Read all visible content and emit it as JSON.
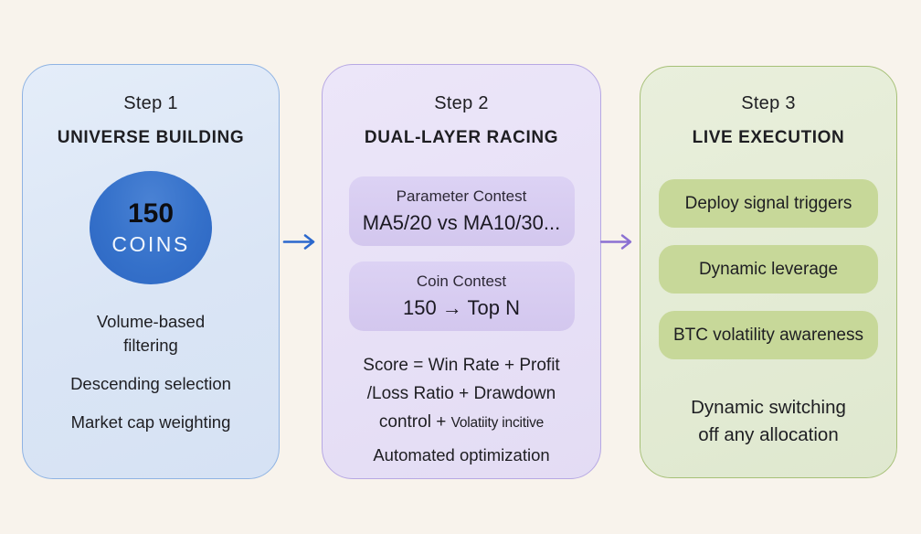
{
  "colors": {
    "background": "#f8f3ec",
    "panel1_fill": "#dbe6f6",
    "panel1_border": "#8fb3e3",
    "panel2_fill": "#e9e2f7",
    "panel2_border": "#b7a8e3",
    "panel2_box": "#d6cbf0",
    "panel3_fill": "#e5ecd6",
    "panel3_border": "#a6c077",
    "panel3_box": "#c7d899",
    "circle_blue": "#3470c9",
    "arrow_blue": "#2b68cd",
    "arrow_purple": "#8b70d2",
    "text": "#1e1e22"
  },
  "steps": [
    {
      "label": "Step 1",
      "title": "UNIVERSE BUILDING",
      "circle": {
        "value": "150",
        "caption": "COINS"
      },
      "items": [
        "Volume-based\nfiltering",
        "Descending selection",
        "Market cap weighting"
      ]
    },
    {
      "label": "Step 2",
      "title": "DUAL-LAYER RACING",
      "boxes": [
        {
          "caption": "Parameter Contest",
          "value": "MA5/20 vs MA10/30..."
        },
        {
          "caption": "Coin Contest",
          "value": "150 → Top N"
        }
      ],
      "score": {
        "line1": "Score = Win Rate + Profit",
        "line2": "/Loss Ratio + Drawdown",
        "line3_main": "control +",
        "line3_small": "Volatiity incitive"
      },
      "footer": "Automated optimization"
    },
    {
      "label": "Step 3",
      "title": "LIVE EXECUTION",
      "boxes": [
        "Deploy signal triggers",
        "Dynamic leverage",
        "BTC volatility awareness"
      ],
      "footer": "Dynamic switching\noff any allocation"
    }
  ]
}
